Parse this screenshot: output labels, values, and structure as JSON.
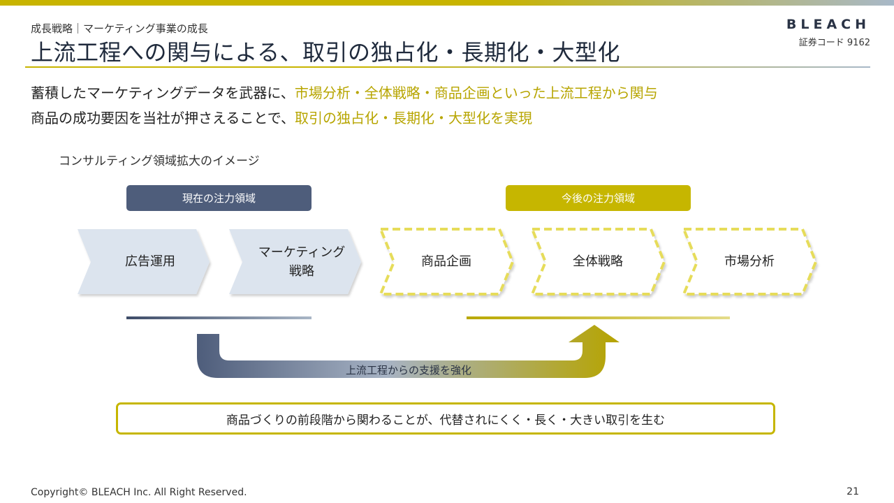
{
  "header": {
    "breadcrumb": "成長戦略｜マーケティング事業の成長",
    "title": "上流工程への関与による、取引の独占化・長期化・大型化",
    "logo": "BLEACH",
    "stock_code": "証券コード 9162"
  },
  "lead": {
    "line1_plain": "蓄積したマーケティングデータを武器に、",
    "line1_highlight": "市場分析・全体戦略・商品企画といった上流工程から関与",
    "line2_plain": "商品の成功要因を当社が押さえることで、",
    "line2_highlight": "取引の独占化・長期化・大型化を実現"
  },
  "diagram": {
    "subtitle": "コンサルティング領域拡大のイメージ",
    "current_focus": "現在の注力領域",
    "future_focus": "今後の注力領域",
    "stages": [
      {
        "label": "広告運用",
        "group": "current"
      },
      {
        "label": "マーケティング\n戦略",
        "group": "current"
      },
      {
        "label": "商品企画",
        "group": "future"
      },
      {
        "label": "全体戦略",
        "group": "future"
      },
      {
        "label": "市場分析",
        "group": "future"
      }
    ],
    "arrow_label": "上流工程からの支援を強化",
    "conclusion": "商品づくりの前段階から関わることが、代替されにくく・長く・大きい取引を生む"
  },
  "colors": {
    "navy": "#4e5d7b",
    "gold": "#c6b600",
    "chevron_fill": "#dce4ee",
    "dashed_outline": "#e6dc5a"
  },
  "footer": {
    "copyright": "Copyright© BLEACH Inc. All Right Reserved.",
    "page_number": "21"
  }
}
